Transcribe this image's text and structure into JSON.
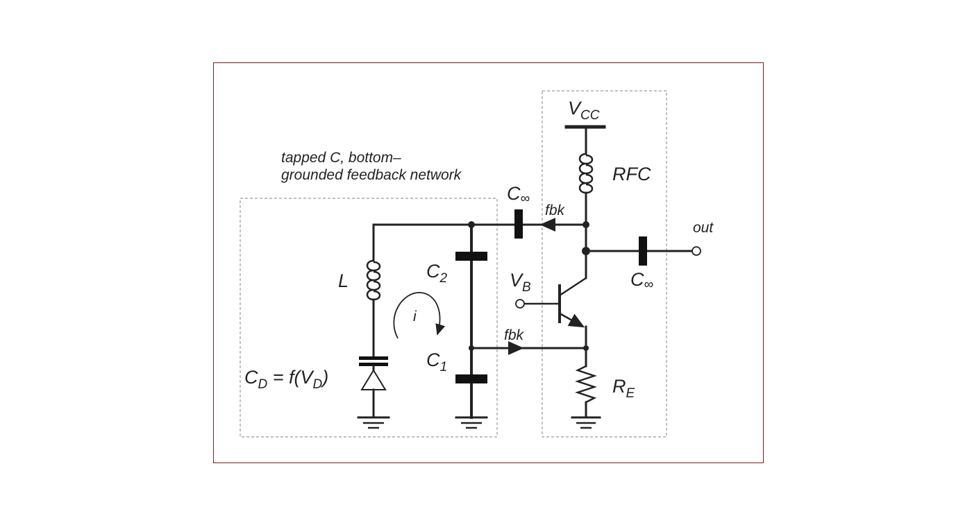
{
  "network_label": {
    "line1": "tapped C, bottom–",
    "line2": "grounded feedback network"
  },
  "components": {
    "vcc": {
      "main": "V",
      "sub": "CC"
    },
    "rfc": "RFC",
    "c_inf_top": {
      "main": "C",
      "sub": "∞"
    },
    "c_inf_out": {
      "main": "C",
      "sub": "∞"
    },
    "fbk_top": "fbk",
    "fbk_bottom": "fbk",
    "out": "out",
    "inductor": "L",
    "c2": {
      "main": "C",
      "sub": "2"
    },
    "c1": {
      "main": "C",
      "sub": "1"
    },
    "vb": {
      "main": "V",
      "sub": "B"
    },
    "current": "i",
    "cd": {
      "main": "C",
      "sub": "D",
      "eq": " = f(V",
      "sub2": "D",
      "end": ")"
    },
    "re": {
      "main": "R",
      "sub": "E"
    }
  }
}
